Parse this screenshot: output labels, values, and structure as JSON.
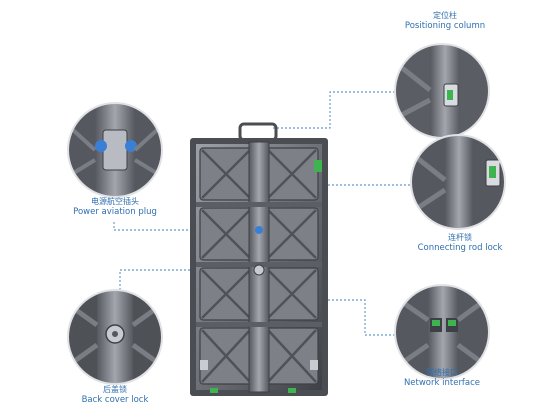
{
  "callouts": {
    "positioning_column": {
      "cn": "定位柱",
      "en": "Positioning column"
    },
    "power_aviation_plug": {
      "cn": "电源航空插头",
      "en": "Power aviation plug"
    },
    "connecting_rod_lock": {
      "cn": "连杆锁",
      "en": "Connecting rod lock"
    },
    "back_cover_lock": {
      "cn": "后盖锁",
      "en": "Back cover lock"
    },
    "network_interface": {
      "cn": "网络接口",
      "en": "Network interface"
    }
  },
  "colors": {
    "label_text": "#2f6fb0",
    "leader_line": "#3b7fc4",
    "cabinet_frame": "#4a4d52",
    "cabinet_panel": "#8a8e94",
    "connector_accent": "#3fb34f",
    "plug_blue": "#3a7fd6"
  },
  "icons": [
    "led-cabinet-rear",
    "zoom-circle"
  ]
}
